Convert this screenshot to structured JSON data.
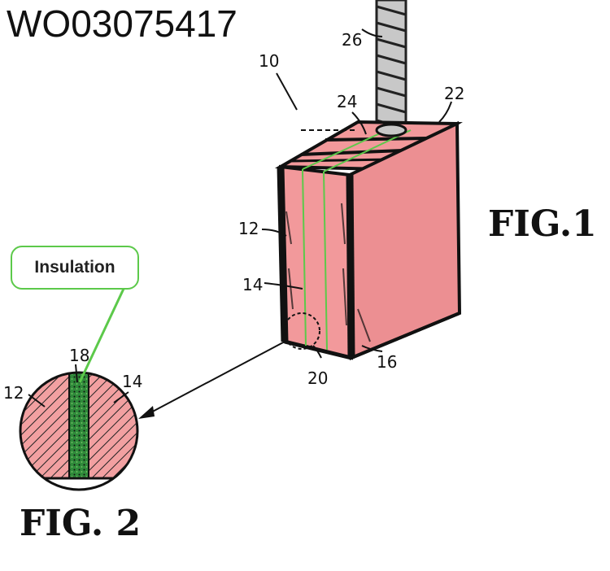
{
  "patent_number": "WO03075417",
  "figure_1_label": "FIG.1",
  "figure_2_label": "FIG. 2",
  "callout_text": "Insulation",
  "reference_numerals": {
    "n10": "10",
    "n12": "12",
    "n14": "14",
    "n16": "16",
    "n18": "18",
    "n20": "20",
    "n22": "22",
    "n24": "24",
    "n26": "26",
    "n12_fig2": "12",
    "n14_fig2": "14"
  },
  "colors": {
    "block_fill": "#f2999b",
    "block_side": "#ec8f92",
    "insulation_green": "#2f8a3a",
    "callout_border": "#5cc94a",
    "ink": "#111111"
  }
}
